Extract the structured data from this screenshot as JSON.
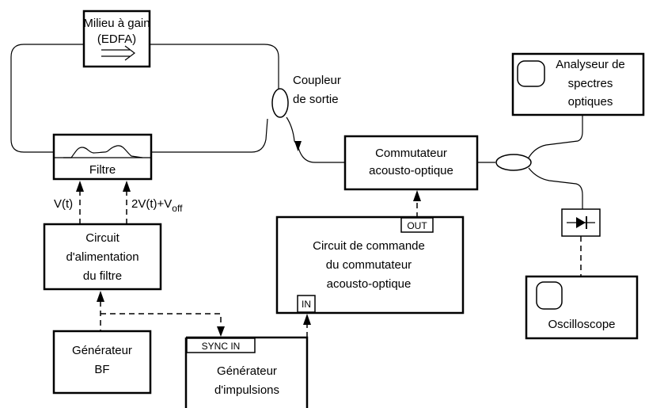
{
  "blocks": {
    "gain_medium": {
      "line1": "Milieu à gain",
      "line2": "(EDFA)"
    },
    "output_coupler": {
      "line1": "Coupleur",
      "line2": "de sortie"
    },
    "filter": {
      "label": "Filtre"
    },
    "spectrum_analyzer": {
      "line1": "Analyseur de",
      "line2": "spectres",
      "line3": "optiques"
    },
    "ao_switch": {
      "line1": "Commutateur",
      "line2": "acousto-optique"
    },
    "filter_driver": {
      "line1": "Circuit",
      "line2": "d'alimentation",
      "line3": "du filtre"
    },
    "ao_driver": {
      "line1": "Circuit de commande",
      "line2": "du commutateur",
      "line3": "acousto-optique",
      "port_out": "OUT",
      "port_in": "IN"
    },
    "lf_generator": {
      "line1": "Générateur",
      "line2": "BF"
    },
    "pulse_generator": {
      "port": "SYNC IN",
      "line1": "Générateur",
      "line2": "d'impulsions"
    },
    "oscilloscope": {
      "label": "Oscilloscope"
    }
  },
  "signals": {
    "v_t": "V(t)",
    "v2_main": "2V(t)+V",
    "v2_sub": "off"
  }
}
